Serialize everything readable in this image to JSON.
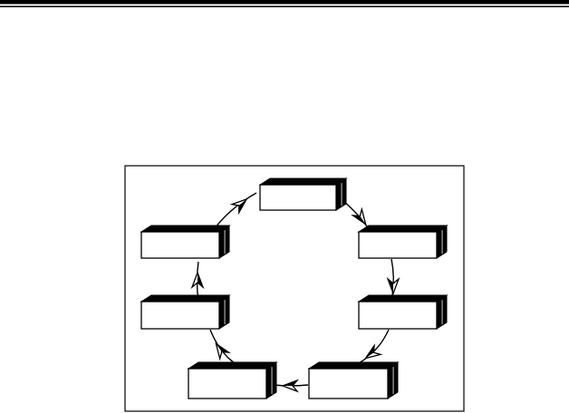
{
  "header_rule": {
    "color": "#000000"
  },
  "diagram": {
    "frame": {
      "stroke": "#000000",
      "fill": "#ffffff"
    },
    "box_colors": {
      "front": "#ffffff",
      "top": "#000000",
      "side": "#000000",
      "outline": "#000000"
    },
    "arrow_color": "#000000",
    "boxes": [
      {
        "id": "box-top",
        "label": ""
      },
      {
        "id": "box-right-upper",
        "label": ""
      },
      {
        "id": "box-right-lower",
        "label": ""
      },
      {
        "id": "box-bottom-right",
        "label": ""
      },
      {
        "id": "box-bottom-left",
        "label": ""
      },
      {
        "id": "box-left-lower",
        "label": ""
      },
      {
        "id": "box-left-upper",
        "label": ""
      }
    ]
  }
}
